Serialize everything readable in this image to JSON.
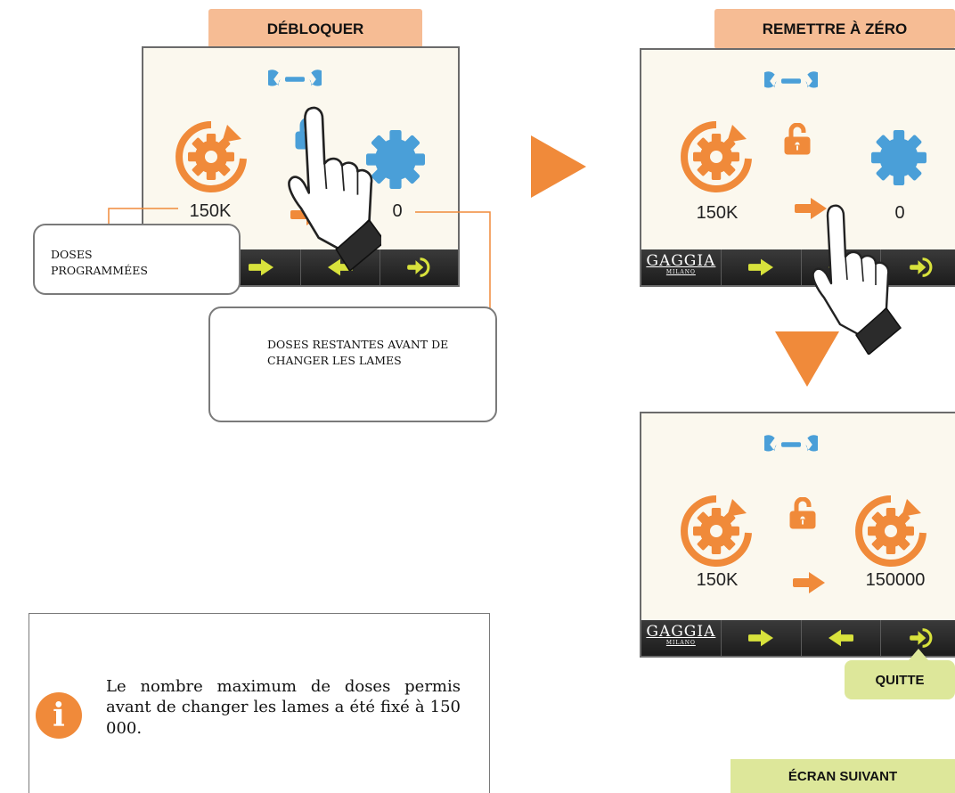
{
  "tabs": {
    "unlock": "DÉBLOQUER",
    "reset": "REMETTRE À ZÉRO"
  },
  "screens": {
    "s1": {
      "programmed": "150K",
      "remaining": "0"
    },
    "s2": {
      "programmed": "150K",
      "remaining": "0",
      "brand": "GAGGIA",
      "brand_sub": "MILANO"
    },
    "s3": {
      "programmed": "150K",
      "remaining": "150000",
      "brand": "GAGGIA",
      "brand_sub": "MILANO"
    }
  },
  "callouts": {
    "programmed_doses": "DOSES PROGRAMMÉES",
    "remaining_doses": "DOSES RESTANTES AVANT DE CHANGER LES LAMES"
  },
  "buttons": {
    "quit": "QUITTE",
    "next_screen": "ÉCRAN SUIVANT"
  },
  "info": {
    "icon": "i",
    "text": "Le nombre maximum de doses permis avant de changer les lames a été fixé à 150 000."
  },
  "colors": {
    "orange": "#f08a3a",
    "blue": "#4a9fd8",
    "tab_bg": "#f6bc94",
    "green_bg": "#dde79a"
  }
}
